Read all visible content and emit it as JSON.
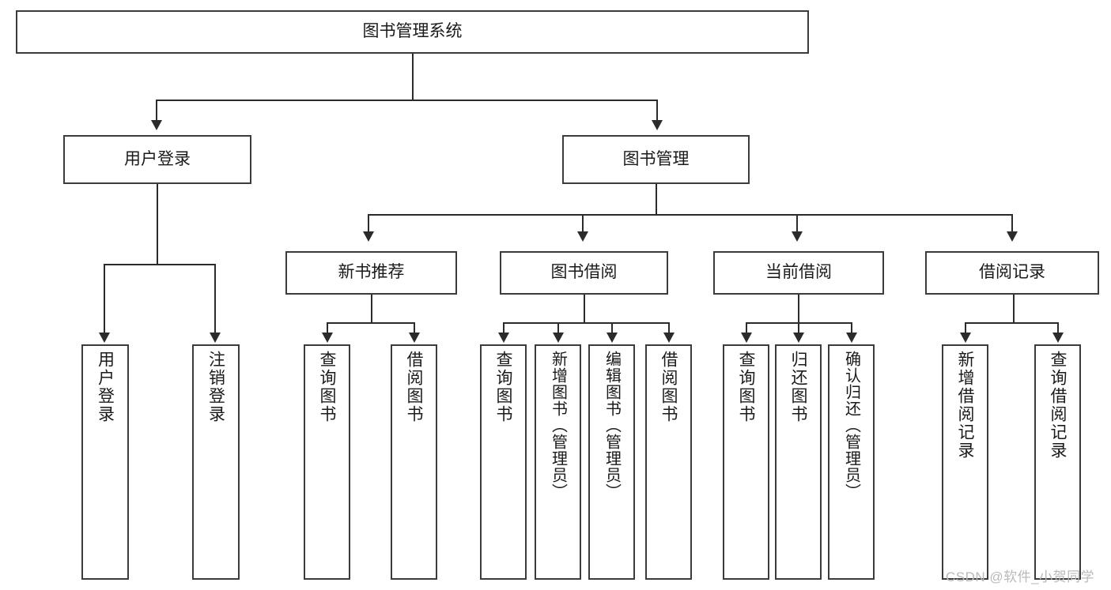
{
  "diagram": {
    "title": "图书管理系统",
    "type": "tree-hierarchy-chart",
    "watermark": "CSDN @软件_小贺同学"
  },
  "nodes": {
    "root": {
      "label": "图书管理系统"
    },
    "level1": [
      {
        "label": "用户登录"
      },
      {
        "label": "图书管理"
      }
    ],
    "level2": [
      {
        "label": "新书推荐"
      },
      {
        "label": "图书借阅"
      },
      {
        "label": "当前借阅"
      },
      {
        "label": "借阅记录"
      }
    ],
    "leaves_user_login": [
      {
        "label": "用户登录"
      },
      {
        "label": "注销登录"
      }
    ],
    "leaves_new_book": [
      {
        "label": "查询图书"
      },
      {
        "label": "借阅图书"
      }
    ],
    "leaves_borrow": [
      {
        "label": "查询图书"
      },
      {
        "label": "新增图书（管理员）"
      },
      {
        "label": "编辑图书（管理员）"
      },
      {
        "label": "借阅图书"
      }
    ],
    "leaves_current": [
      {
        "label": "查询图书"
      },
      {
        "label": "归还图书"
      },
      {
        "label": "确认归还（管理员）"
      }
    ],
    "leaves_records": [
      {
        "label": "新增借阅记录"
      },
      {
        "label": "查询借阅记录"
      }
    ]
  },
  "colors": {
    "box_border": "#3b3b3b",
    "connector": "#2b2b2b",
    "background": "#ffffff",
    "text": "#1a1a1a",
    "watermark": "#b9b9b9"
  }
}
